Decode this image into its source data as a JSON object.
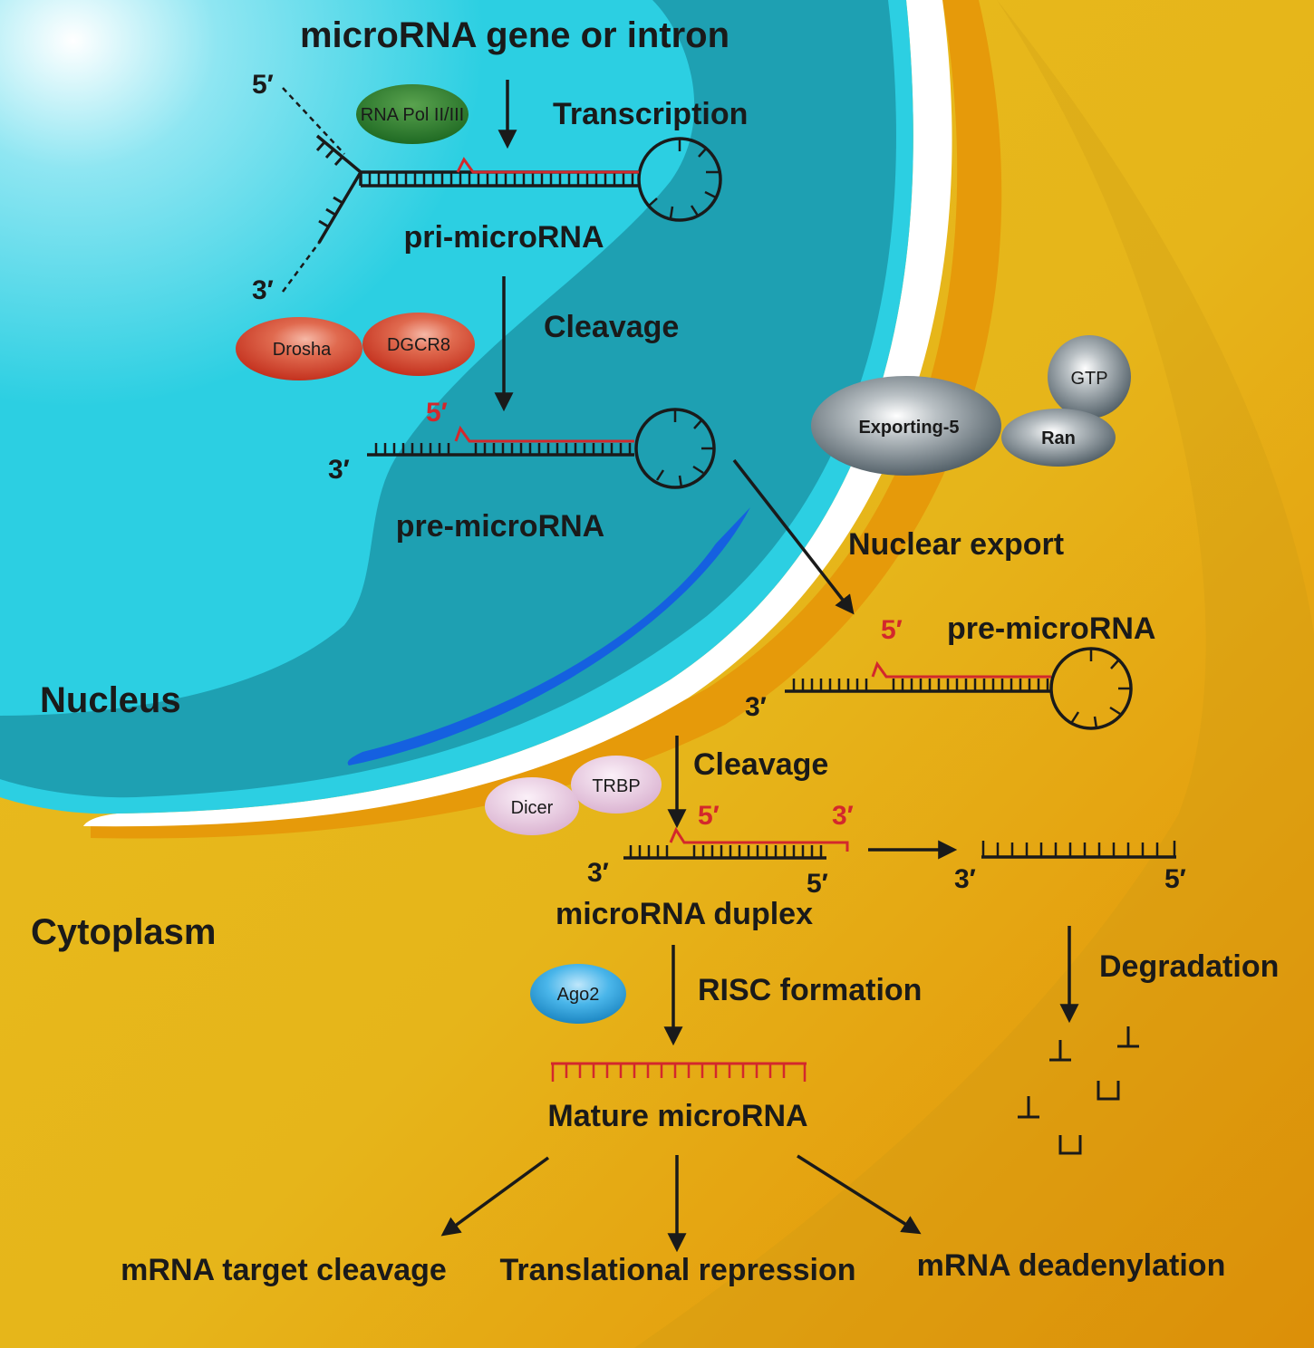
{
  "title": "microRNA gene or intron",
  "compartments": {
    "nucleus": "Nucleus",
    "cytoplasm": "Cytoplasm"
  },
  "steps": {
    "transcription": "Transcription",
    "cleavage_nuclear": "Cleavage",
    "nuclear_export": "Nuclear export",
    "cleavage_cytoplasm": "Cleavage",
    "risc_formation": "RISC formation",
    "degradation": "Degradation"
  },
  "molecules": {
    "pri_microrna": "pri-microRNA",
    "pre_microrna_nucleus": "pre-microRNA",
    "pre_microrna_cytoplasm": "pre-microRNA",
    "microrna_duplex": "microRNA duplex",
    "mature_microrna": "Mature microRNA"
  },
  "proteins": {
    "rna_pol": "RNA Pol II/III",
    "drosha": "Drosha",
    "dgcr8": "DGCR8",
    "exportin": "Exporting-5",
    "ran": "Ran",
    "gtp": "GTP",
    "dicer": "Dicer",
    "trbp": "TRBP",
    "ago2": "Ago2"
  },
  "ends": {
    "five_prime": "5′",
    "three_prime": "3′"
  },
  "outcomes": {
    "target_cleavage": "mRNA target cleavage",
    "translational_repression": "Translational repression",
    "deadenylation": "mRNA deadenylation"
  },
  "colors": {
    "nucleus_cyan": "#2ccfe2",
    "nucleus_teal": "#1d9aad",
    "cytoplasm_gold": "#e8b81c",
    "cytoplasm_orange": "#e08a00",
    "rna_red": "#d3282c",
    "rna_black": "#1a1a1a",
    "polymerase_green": "#2e7d2e",
    "drosha_red": "#d4402a",
    "exportin_gray": "#5d6a72",
    "dicer_pink": "#e6c6df",
    "ago2_blue": "#2d9fd6"
  }
}
